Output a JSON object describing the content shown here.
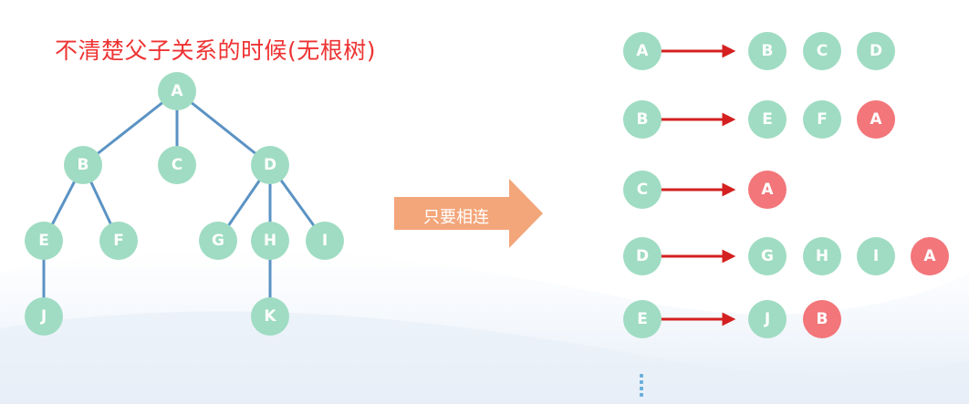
{
  "title": "不清楚父子关系的时候(无根树)",
  "arrow_label": "只要相连",
  "colors": {
    "node_green": "#9fdcc3",
    "node_red": "#f2767a",
    "tree_edge": "#5b93c4",
    "list_arrow": "#d42020",
    "big_arrow": "#f3a67a",
    "title": "#ee3333"
  },
  "tree": {
    "nodes": [
      "A",
      "B",
      "C",
      "D",
      "E",
      "F",
      "G",
      "H",
      "I",
      "J",
      "K"
    ],
    "edges": [
      [
        "A",
        "B"
      ],
      [
        "A",
        "C"
      ],
      [
        "A",
        "D"
      ],
      [
        "B",
        "E"
      ],
      [
        "B",
        "F"
      ],
      [
        "D",
        "G"
      ],
      [
        "D",
        "H"
      ],
      [
        "D",
        "I"
      ],
      [
        "E",
        "J"
      ],
      [
        "H",
        "K"
      ]
    ]
  },
  "adjacency": [
    {
      "node": "A",
      "neighbors": [
        {
          "label": "B",
          "parent": false
        },
        {
          "label": "C",
          "parent": false
        },
        {
          "label": "D",
          "parent": false
        }
      ]
    },
    {
      "node": "B",
      "neighbors": [
        {
          "label": "E",
          "parent": false
        },
        {
          "label": "F",
          "parent": false
        },
        {
          "label": "A",
          "parent": true
        }
      ]
    },
    {
      "node": "C",
      "neighbors": [
        {
          "label": "A",
          "parent": true
        }
      ]
    },
    {
      "node": "D",
      "neighbors": [
        {
          "label": "G",
          "parent": false
        },
        {
          "label": "H",
          "parent": false
        },
        {
          "label": "I",
          "parent": false
        },
        {
          "label": "A",
          "parent": true
        }
      ]
    },
    {
      "node": "E",
      "neighbors": [
        {
          "label": "J",
          "parent": false
        },
        {
          "label": "B",
          "parent": true
        }
      ]
    }
  ]
}
